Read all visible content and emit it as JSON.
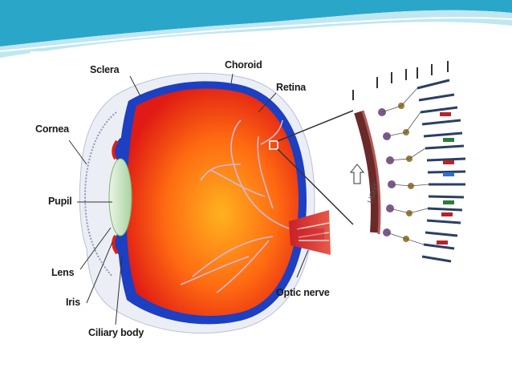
{
  "diagram": {
    "labels": {
      "sclera": "Sclera",
      "choroid": "Choroid",
      "retina": "Retina",
      "cornea": "Cornea",
      "pupil": "Pupil",
      "lens": "Lens",
      "iris": "Iris",
      "ciliary_body": "Ciliary body",
      "optic_nerve": "Optic nerve",
      "light": "LIGHT"
    }
  },
  "colors": {
    "slide_wave_dark": "#2aa6c9",
    "slide_wave_light": "#bfe7f2",
    "panel_bg": "#f3f3f5",
    "sclera": "#eceef6",
    "choroid": "#1d3fc1",
    "vitreous_outer": "#e31d14",
    "vitreous_inner": "#ff9b1a",
    "lens": "#cfe8c9",
    "vessels": "#d2b9d9",
    "optic_nerve": "#c8202a"
  },
  "icons": {
    "light_arrow": "up-arrow-outline-icon"
  }
}
